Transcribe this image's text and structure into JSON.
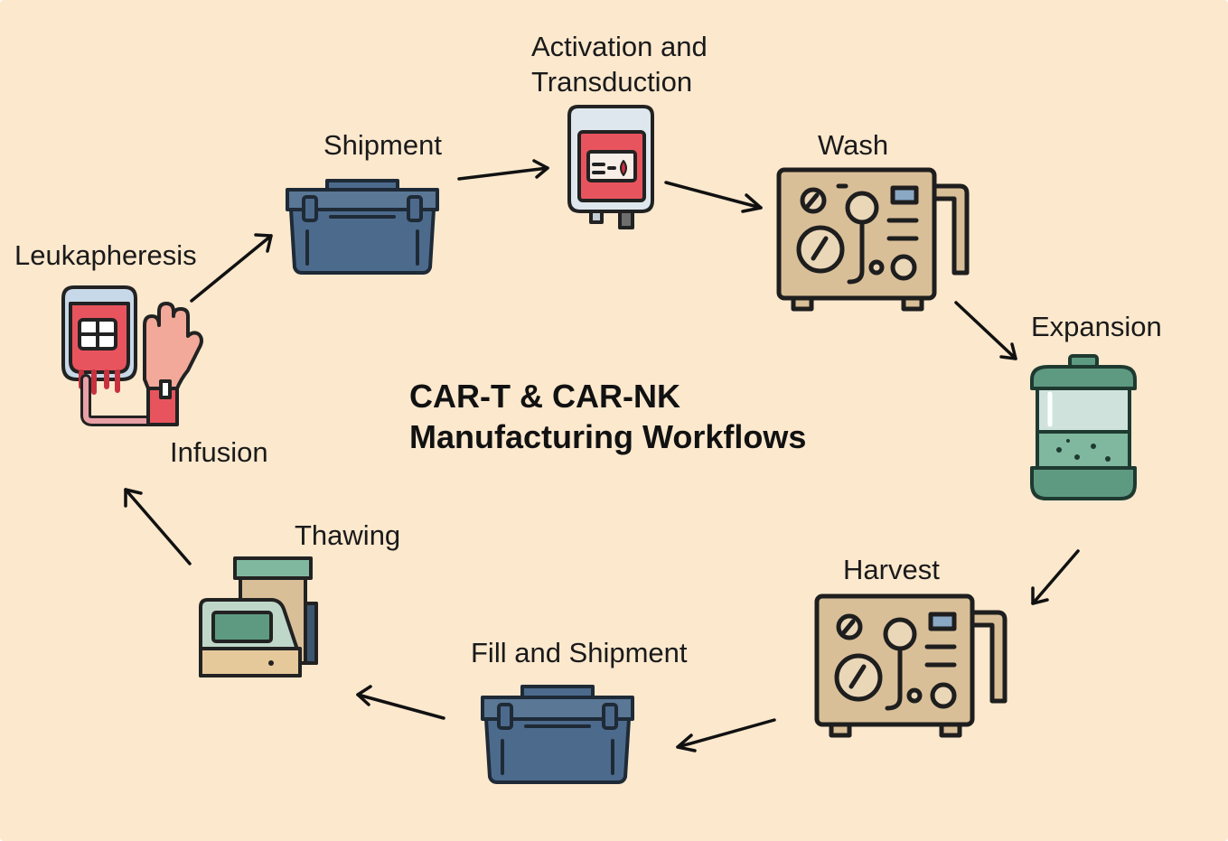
{
  "title": {
    "line1": "CAR-T & CAR-NK",
    "line2": "Manufacturing Workflows"
  },
  "steps": {
    "leukapheresis": "Leukapheresis",
    "shipment": "Shipment",
    "activation_line1": "Activation and",
    "activation_line2": "Transduction",
    "wash": "Wash",
    "expansion": "Expansion",
    "harvest": "Harvest",
    "fill_shipment": "Fill and Shipment",
    "thawing": "Thawing",
    "infusion": "Infusion"
  },
  "icons": {
    "leukapheresis": "blood-bag-hand-icon",
    "shipment": "cooler-box-icon",
    "activation": "iv-bag-icon",
    "wash": "processing-machine-icon",
    "expansion": "bioreactor-icon",
    "harvest": "processing-machine-icon",
    "fill_shipment": "cooler-box-icon",
    "thawing": "thawing-device-icon"
  },
  "colors": {
    "background": "#fbe8cd",
    "box_blue": "#4c6a8c",
    "machine_tan": "#d9bf98",
    "blood_red": "#e8545e",
    "reactor_green": "#5e9a82"
  }
}
